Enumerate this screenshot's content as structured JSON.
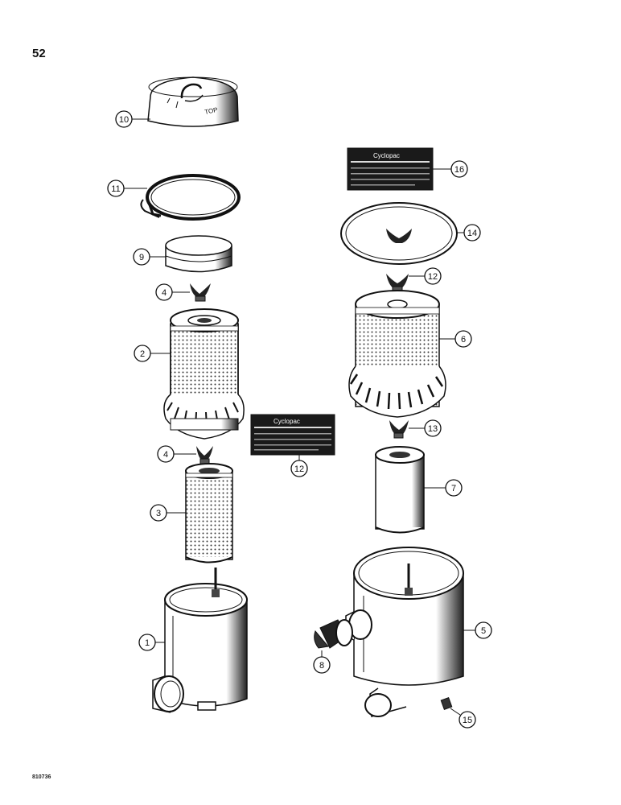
{
  "page": {
    "number": "52",
    "figure_id": "810736"
  },
  "decals": [
    {
      "id": "decal-16",
      "title": "Cyclopac"
    },
    {
      "id": "decal-8",
      "title": "Cyclopac"
    }
  ],
  "callouts": [
    "1",
    "2",
    "3",
    "4",
    "4",
    "5",
    "6",
    "7",
    "8",
    "9",
    "10",
    "11",
    "12",
    "12",
    "13",
    "14",
    "15",
    "16"
  ]
}
